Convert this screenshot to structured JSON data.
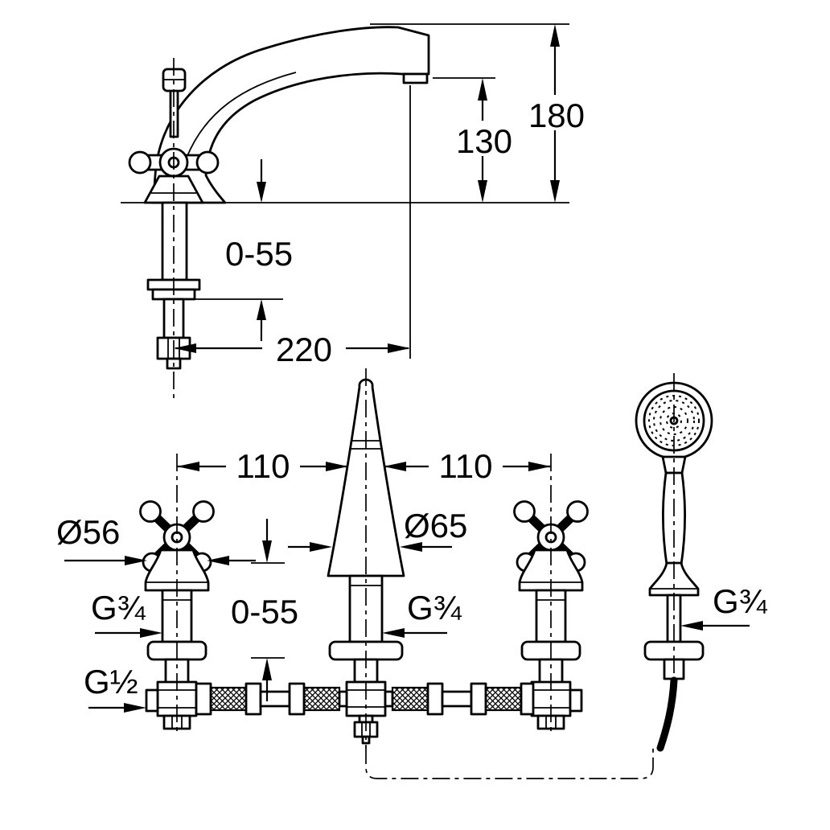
{
  "drawing": {
    "colors": {
      "line": "#000000",
      "background": "#ffffff"
    },
    "side_view": {
      "dim_height_total": "180",
      "dim_height_outlet": "130",
      "dim_deck_thickness": "0-55",
      "dim_projection": "220"
    },
    "front_view": {
      "dim_spacing_left": "110",
      "dim_spacing_right": "110",
      "dim_handle_diameter": "Ø56",
      "dim_spout_diameter": "Ø65",
      "dim_deck_thickness": "0-55",
      "thread_handle": "G¾",
      "thread_spout": "G¾",
      "thread_shower": "G¾",
      "thread_inlet": "G½"
    }
  }
}
